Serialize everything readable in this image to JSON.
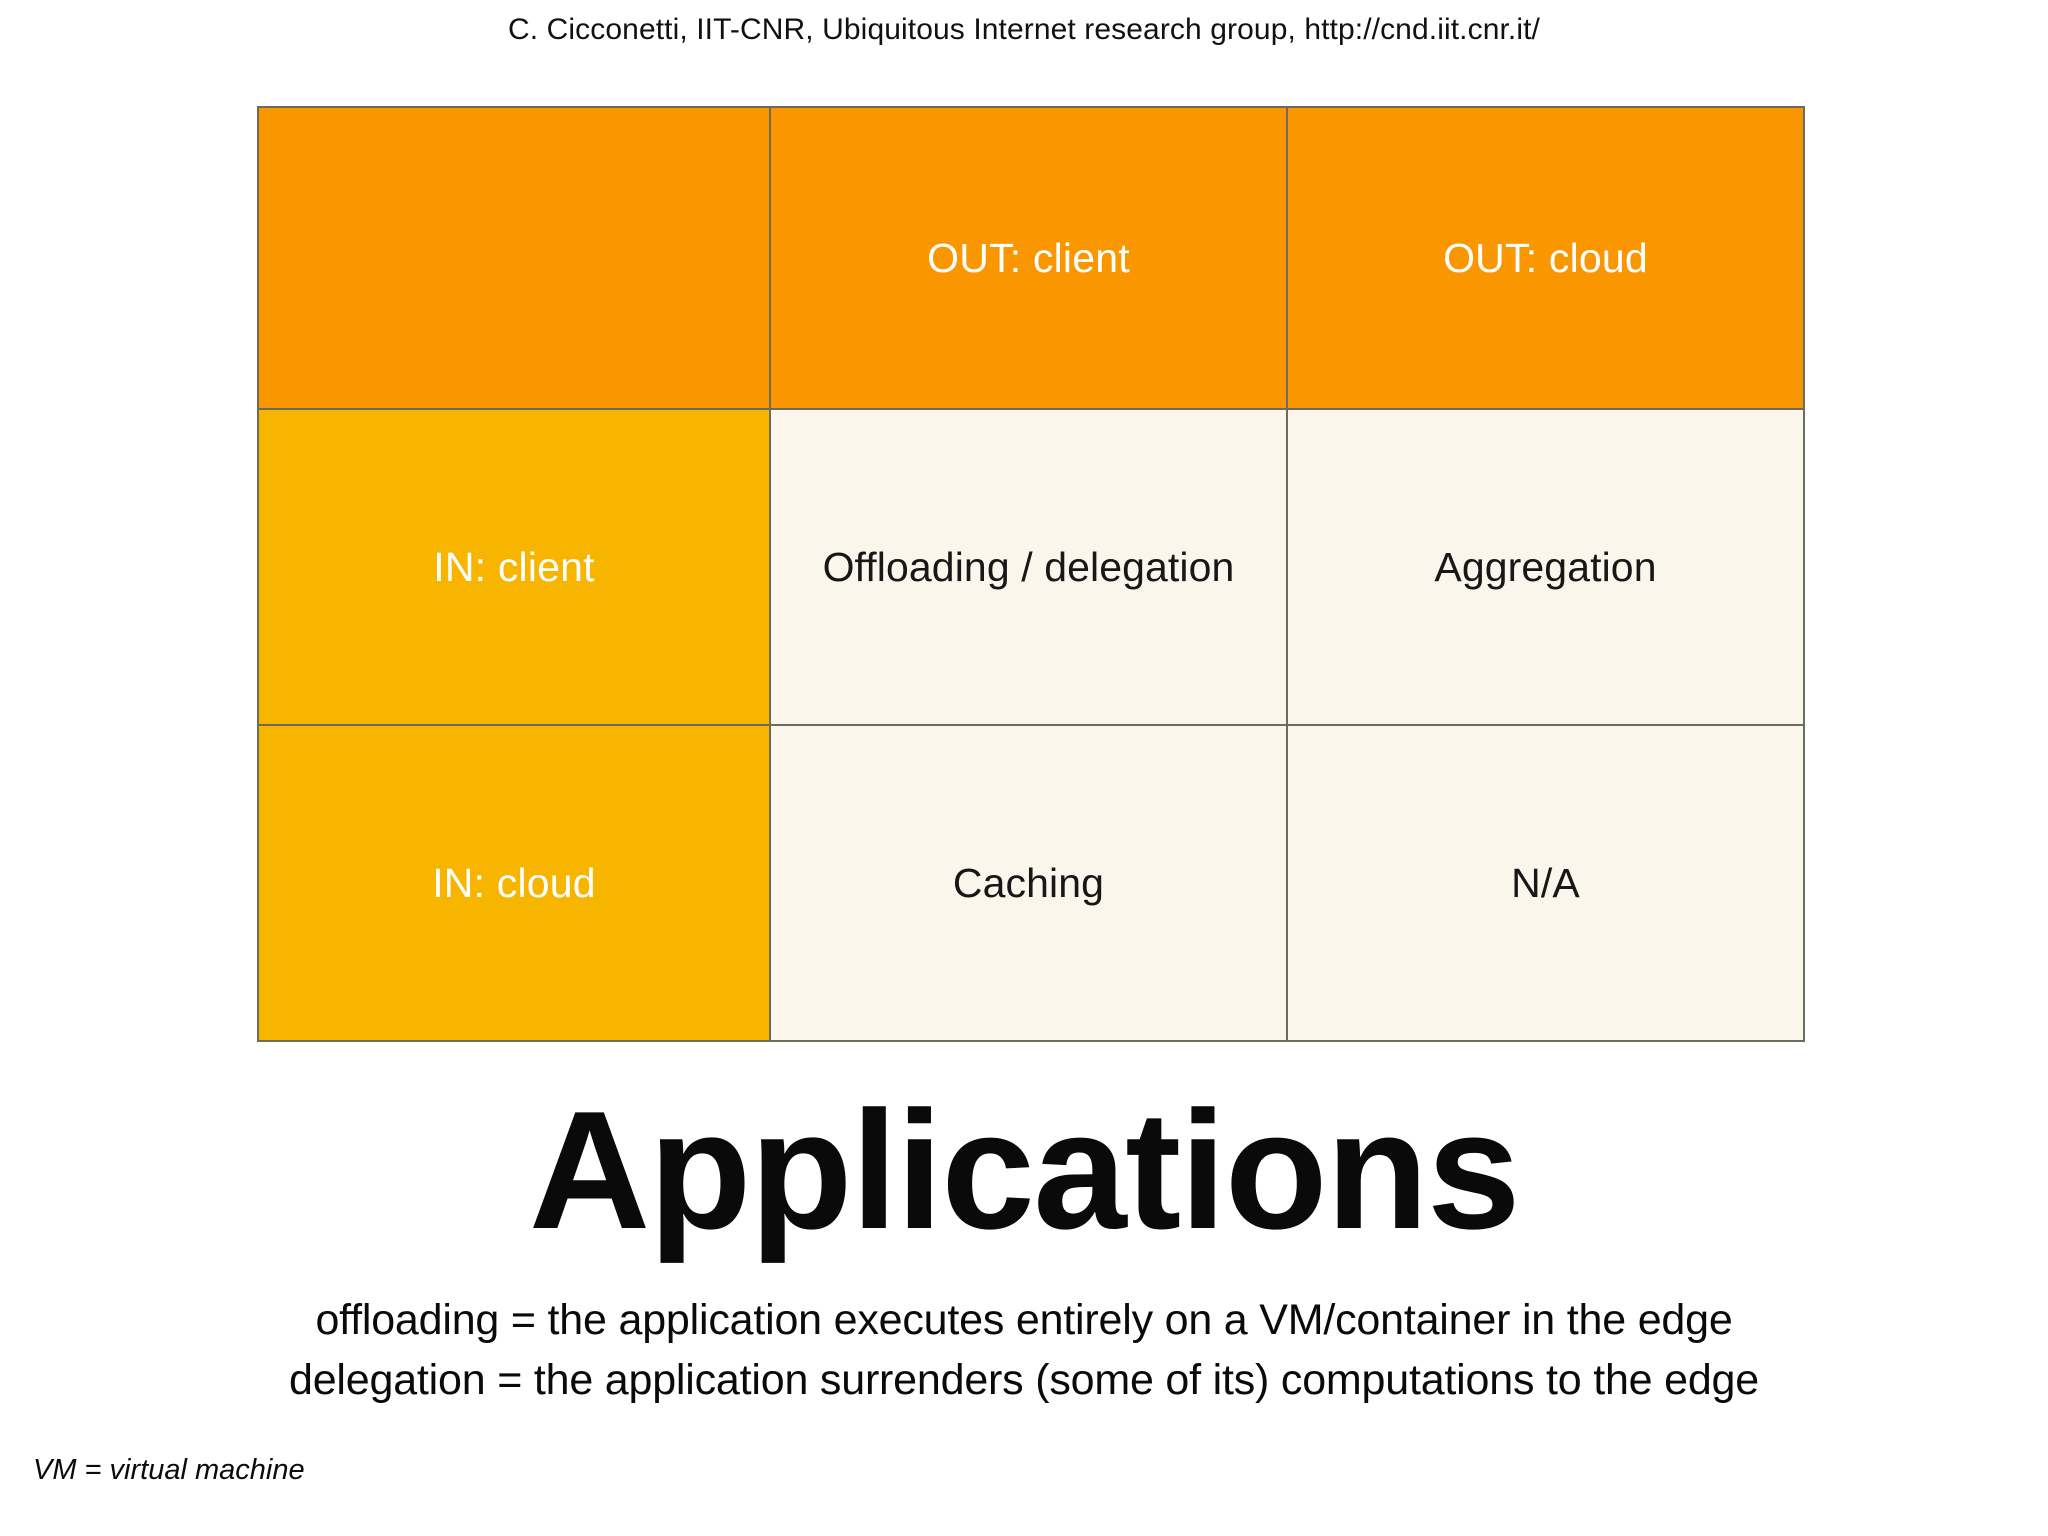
{
  "header": {
    "attribution": "C. Cicconetti, IIT-CNR, Ubiquitous Internet research group, http://cnd.iit.cnr.it/"
  },
  "matrix": {
    "corner_label": "",
    "column_headers": [
      "OUT: client",
      "OUT: cloud"
    ],
    "row_headers": [
      "IN: client",
      "IN: cloud"
    ],
    "rows": [
      {
        "header": "IN: client",
        "cells": [
          "Offloading / delegation",
          "Aggregation"
        ]
      },
      {
        "header": "IN: cloud",
        "cells": [
          "Caching",
          "N/A"
        ]
      }
    ],
    "colors": {
      "column_header_bg": "#FA9600",
      "row_header_bg": "#F7B500",
      "data_bg": "#FAF6EB",
      "header_text": "#FFFFFF",
      "data_text": "#171717",
      "outer_border": "#6E6A5E",
      "inner_dotted_border": "#4A4A42"
    }
  },
  "title": {
    "text": "Applications"
  },
  "definitions": {
    "line1": "offloading = the application executes entirely on a VM/container in the edge",
    "line2": "delegation = the application surrenders (some of its) computations to the edge"
  },
  "footnote": {
    "text": "VM = virtual machine"
  }
}
